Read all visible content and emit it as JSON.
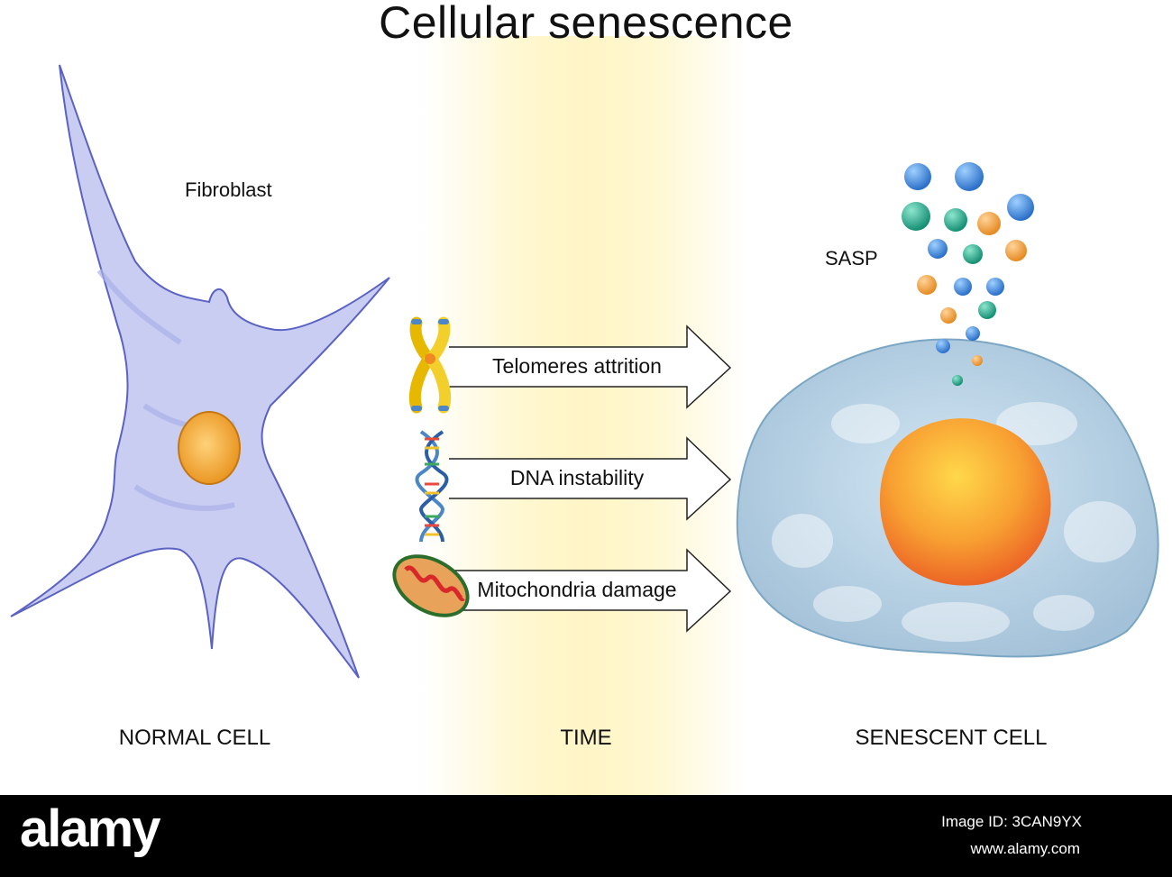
{
  "title": "Cellular senescence",
  "labels": {
    "fibroblast": "Fibroblast",
    "sasp": "SASP",
    "normal_cell": "NORMAL CELL",
    "time": "TIME",
    "senescent_cell": "SENESCENT CELL"
  },
  "arrows": [
    {
      "label": "Telomeres attrition",
      "icon": "chromosome-icon"
    },
    {
      "label": "DNA instability",
      "icon": "dna-helix-icon"
    },
    {
      "label": "Mitochondria damage",
      "icon": "mitochondrion-icon"
    }
  ],
  "colors": {
    "cell_body": "#c9cdf2",
    "cell_outline": "#5a62c4",
    "nucleus": "#f4a52a",
    "senescent_body": "#a9c7dc",
    "senescent_nucleus": "#f7a23a",
    "sasp_blue": "#2a7fd8",
    "sasp_green": "#1fa58a",
    "sasp_orange": "#f09a34"
  },
  "footer": {
    "brand": "alamy",
    "image_id": "Image ID: 3CAN9YX",
    "url": "www.alamy.com"
  }
}
